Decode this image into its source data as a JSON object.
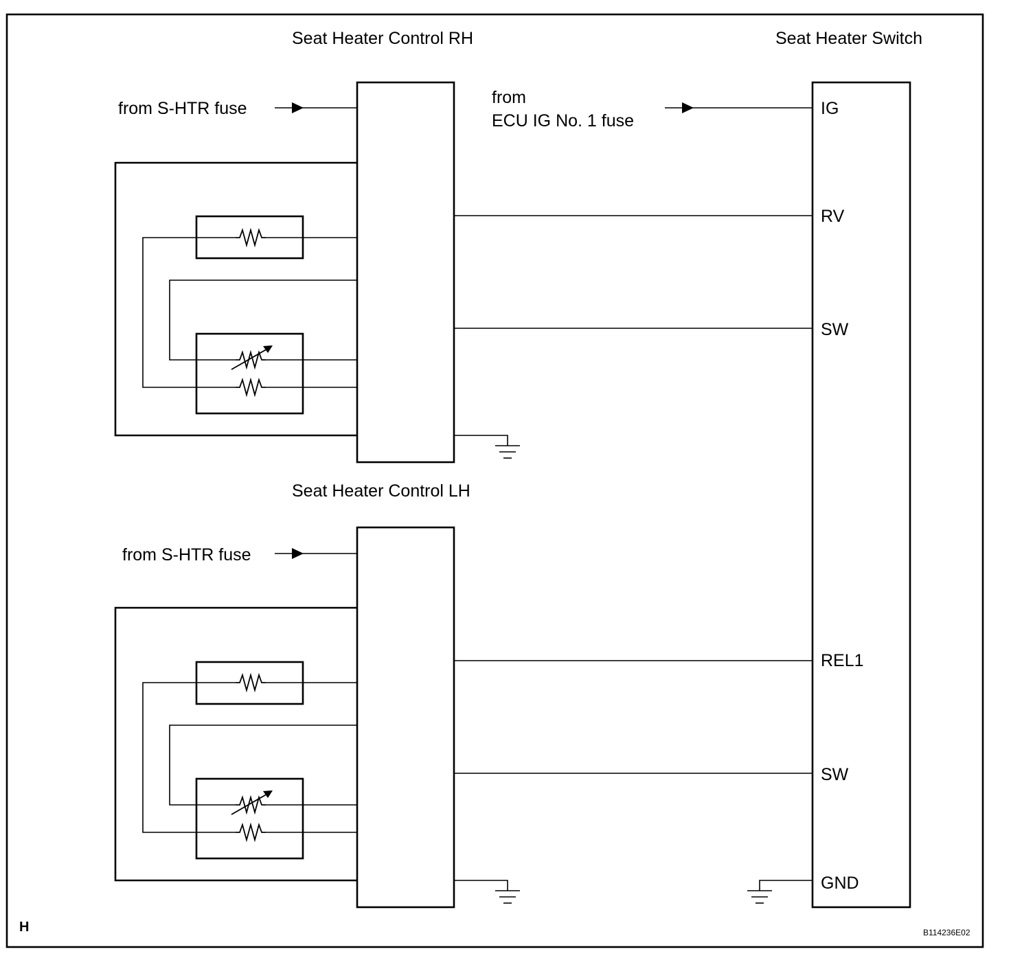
{
  "title_rh": "Seat Heater Control RH",
  "title_lh": "Seat Heater Control LH",
  "title_switch": "Seat Heater Switch",
  "from_shtr_rh": "from S-HTR fuse",
  "from_shtr_lh": "from S-HTR fuse",
  "from_ecu_line1": "from",
  "from_ecu_line2": "ECU IG No. 1 fuse",
  "switch_pins": {
    "ig": "IG",
    "rv": "RV",
    "sw1": "SW",
    "rel1": "REL1",
    "sw2": "SW",
    "gnd": "GND"
  },
  "corner_letter": "H",
  "figure_id": "B114236E02"
}
